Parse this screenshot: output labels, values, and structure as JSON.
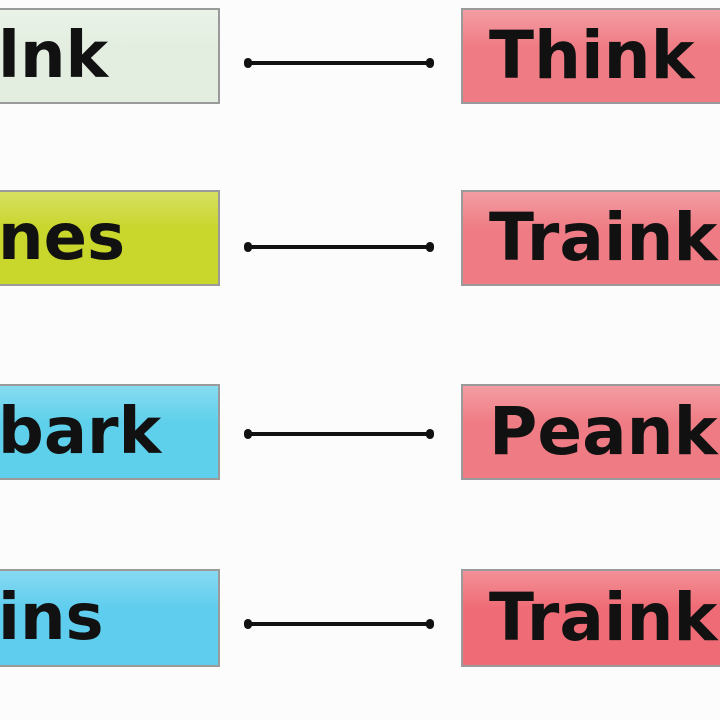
{
  "pairs": [
    {
      "left": "lnk",
      "right": "Think",
      "left_color": "#e3eee0",
      "right_color": "#ef7c84"
    },
    {
      "left": "nes",
      "right": "Traink",
      "left_color": "#c9d62c",
      "right_color": "#ef7c84"
    },
    {
      "left": "bark",
      "right": "Peank",
      "left_color": "#5fd0eb",
      "right_color": "#ef7c84"
    },
    {
      "left": "ins",
      "right": "Traink",
      "left_color": "#5fcdee",
      "right_color": "#ef6b75"
    }
  ],
  "colors": {
    "connector": "#111111",
    "border": "#9a9a9a",
    "background": "#fcfcfc"
  }
}
